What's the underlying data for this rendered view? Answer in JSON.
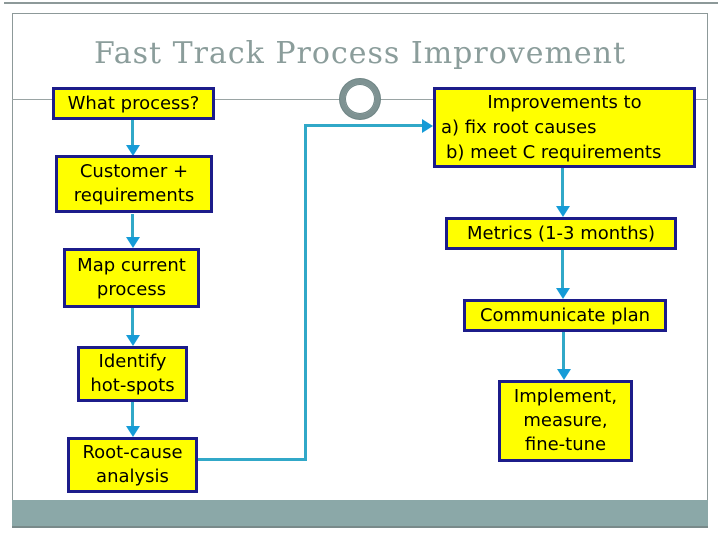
{
  "slide": {
    "title": "Fast Track Process Improvement"
  },
  "colors": {
    "box_fill": "#ffff00",
    "box_border": "#1c1c8a",
    "arrow_line": "#31a8c8",
    "arrow_head": "#159bd7",
    "frame_line": "#8d9999",
    "divider_line": "#9aa4a4",
    "title_color": "#8b9d9b",
    "circle_ring": "#7e9292",
    "footer_band": "#8ba8a8",
    "footer_band_edge": "#798a8a",
    "text_color": "#000000"
  },
  "flowchart": {
    "left_column": [
      {
        "id": "what_process",
        "label": "What process?"
      },
      {
        "id": "customer_requirements",
        "label": "Customer +\nrequirements"
      },
      {
        "id": "map_current_process",
        "label": "Map current\nprocess"
      },
      {
        "id": "identify_hot_spots",
        "label": "Identify\nhot-spots"
      },
      {
        "id": "root_cause_analysis",
        "label": "Root-cause\nanalysis"
      }
    ],
    "right_column": [
      {
        "id": "improvements",
        "lines": [
          "Improvements to",
          "a) fix root causes",
          "b) meet C requirements"
        ]
      },
      {
        "id": "metrics",
        "label": "Metrics (1-3 months)"
      },
      {
        "id": "communicate_plan",
        "label": "Communicate plan"
      },
      {
        "id": "implement_measure_finetune",
        "label": "Implement,\nmeasure,\nfine-tune"
      }
    ],
    "connections": [
      "what_process -> customer_requirements",
      "customer_requirements -> map_current_process",
      "map_current_process -> identify_hot_spots",
      "identify_hot_spots -> root_cause_analysis",
      "root_cause_analysis -> improvements (elbow up-right)",
      "improvements -> metrics",
      "metrics -> communicate_plan",
      "communicate_plan -> implement_measure_finetune"
    ]
  }
}
